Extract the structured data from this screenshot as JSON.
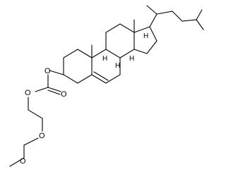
{
  "molecule": {
    "atom_labels": {
      "o_ester": "O",
      "o_carbonyl": "O",
      "o_carbonate": "O",
      "o_ether_1": "O",
      "o_ether_2": "O",
      "h_c8": "H",
      "h_c9": "H",
      "h_c14": "H",
      "h_c17": "H"
    },
    "stereo_bonds": [
      "C3-O wedge",
      "C17 side-chain wedge",
      "C20 methyl wedge",
      "C10 methyl wedge",
      "C13 methyl wedge"
    ]
  }
}
